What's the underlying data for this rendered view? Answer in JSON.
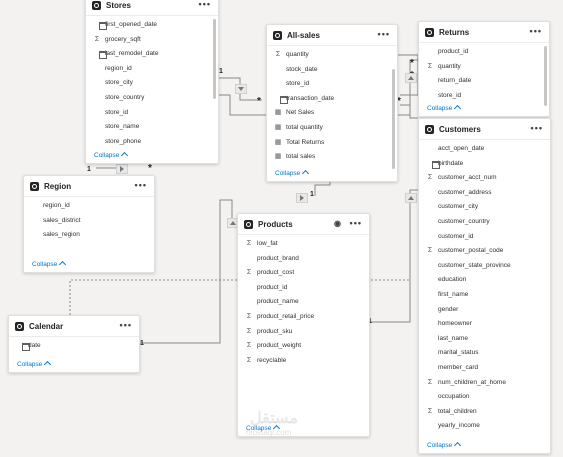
{
  "tables": {
    "stores": {
      "title": "Stores",
      "fields": [
        {
          "icon": "calendar",
          "name": "first_opened_date"
        },
        {
          "icon": "sigma",
          "name": "grocery_sqft"
        },
        {
          "icon": "calendar",
          "name": "last_remodel_date"
        },
        {
          "icon": "none",
          "name": "region_id"
        },
        {
          "icon": "none",
          "name": "store_city"
        },
        {
          "icon": "none",
          "name": "store_country"
        },
        {
          "icon": "none",
          "name": "store_id"
        },
        {
          "icon": "none",
          "name": "store_name"
        },
        {
          "icon": "none",
          "name": "store_phone"
        }
      ],
      "collapse": "Collapse"
    },
    "all_sales": {
      "title": "All-sales",
      "fields": [
        {
          "icon": "sigma",
          "name": "quantity"
        },
        {
          "icon": "none",
          "name": "stock_date"
        },
        {
          "icon": "none",
          "name": "store_id"
        },
        {
          "icon": "calendar",
          "name": "transaction_date"
        },
        {
          "icon": "calc",
          "name": "Net Sales"
        },
        {
          "icon": "calc",
          "name": "total quantity"
        },
        {
          "icon": "calc",
          "name": "Total Returns"
        },
        {
          "icon": "calc",
          "name": "total sales"
        }
      ],
      "collapse": "Collapse"
    },
    "returns": {
      "title": "Returns",
      "fields": [
        {
          "icon": "none",
          "name": "product_id"
        },
        {
          "icon": "sigma",
          "name": "quantity"
        },
        {
          "icon": "none",
          "name": "return_date"
        },
        {
          "icon": "none",
          "name": "store_id"
        }
      ],
      "collapse": "Collapse"
    },
    "region": {
      "title": "Region",
      "fields": [
        {
          "icon": "none",
          "name": "region_id"
        },
        {
          "icon": "none",
          "name": "sales_district"
        },
        {
          "icon": "none",
          "name": "sales_region"
        }
      ],
      "collapse": "Collapse"
    },
    "customers": {
      "title": "Customers",
      "fields": [
        {
          "icon": "none",
          "name": "acct_open_date"
        },
        {
          "icon": "calendar",
          "name": "birthdate"
        },
        {
          "icon": "sigma",
          "name": "customer_acct_num"
        },
        {
          "icon": "none",
          "name": "customer_address"
        },
        {
          "icon": "none",
          "name": "customer_city"
        },
        {
          "icon": "none",
          "name": "customer_country"
        },
        {
          "icon": "none",
          "name": "customer_id"
        },
        {
          "icon": "sigma",
          "name": "customer_postal_code"
        },
        {
          "icon": "none",
          "name": "customer_state_province"
        },
        {
          "icon": "none",
          "name": "education"
        },
        {
          "icon": "none",
          "name": "first_name"
        },
        {
          "icon": "none",
          "name": "gender"
        },
        {
          "icon": "none",
          "name": "homeowner"
        },
        {
          "icon": "none",
          "name": "last_name"
        },
        {
          "icon": "none",
          "name": "marital_status"
        },
        {
          "icon": "none",
          "name": "member_card"
        },
        {
          "icon": "sigma",
          "name": "num_children_at_home"
        },
        {
          "icon": "none",
          "name": "occupation"
        },
        {
          "icon": "sigma",
          "name": "total_children"
        },
        {
          "icon": "none",
          "name": "yearly_income"
        }
      ],
      "collapse": "Collapse"
    },
    "products": {
      "title": "Products",
      "fields": [
        {
          "icon": "sigma",
          "name": "low_fat"
        },
        {
          "icon": "none",
          "name": "product_brand"
        },
        {
          "icon": "sigma",
          "name": "product_cost"
        },
        {
          "icon": "none",
          "name": "product_id"
        },
        {
          "icon": "none",
          "name": "product_name"
        },
        {
          "icon": "sigma",
          "name": "product_retail_price"
        },
        {
          "icon": "sigma",
          "name": "product_sku"
        },
        {
          "icon": "sigma",
          "name": "product_weight"
        },
        {
          "icon": "sigma",
          "name": "recyclable"
        }
      ],
      "collapse": "Collapse"
    },
    "calendar": {
      "title": "Calendar",
      "fields": [
        {
          "icon": "calendar",
          "name": "date"
        }
      ],
      "collapse": "Collapse"
    }
  },
  "cardinality": {
    "one": "1",
    "many": "*"
  },
  "watermark": {
    "main": "مستقل",
    "sub": "mostaql.com"
  }
}
